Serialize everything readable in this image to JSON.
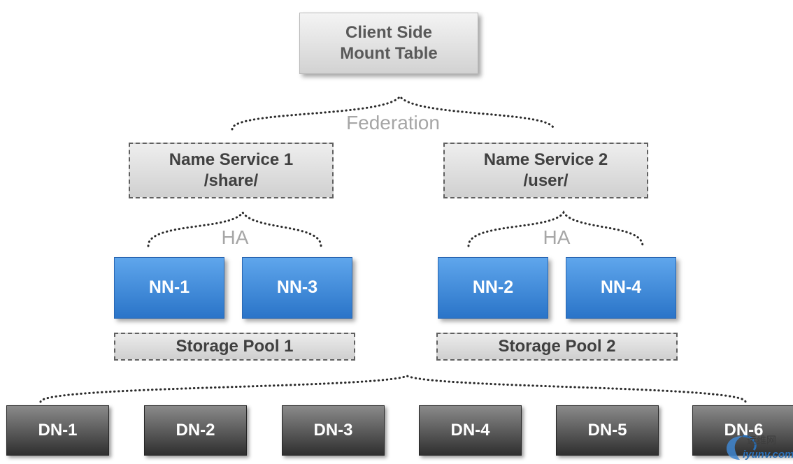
{
  "diagram": {
    "mount_table": {
      "line1": "Client Side",
      "line2": "Mount Table"
    },
    "federation_label": "Federation",
    "name_services": [
      {
        "line1": "Name Service 1",
        "line2": "/share/"
      },
      {
        "line1": "Name Service 2",
        "line2": "/user/"
      }
    ],
    "ha_labels": [
      "HA",
      "HA"
    ],
    "name_nodes": [
      "NN-1",
      "NN-3",
      "NN-2",
      "NN-4"
    ],
    "storage_pools": [
      "Storage Pool 1",
      "Storage Pool 2"
    ],
    "data_nodes": [
      "DN-1",
      "DN-2",
      "DN-3",
      "DN-4",
      "DN-5",
      "DN-6"
    ]
  },
  "watermark": {
    "text": "iyunv.com",
    "text_cn": "运维网"
  },
  "colors": {
    "name_node_blue": "#2a74c8",
    "data_node_dark": "#2f2f2f",
    "label_gray": "#a6a6a6"
  }
}
